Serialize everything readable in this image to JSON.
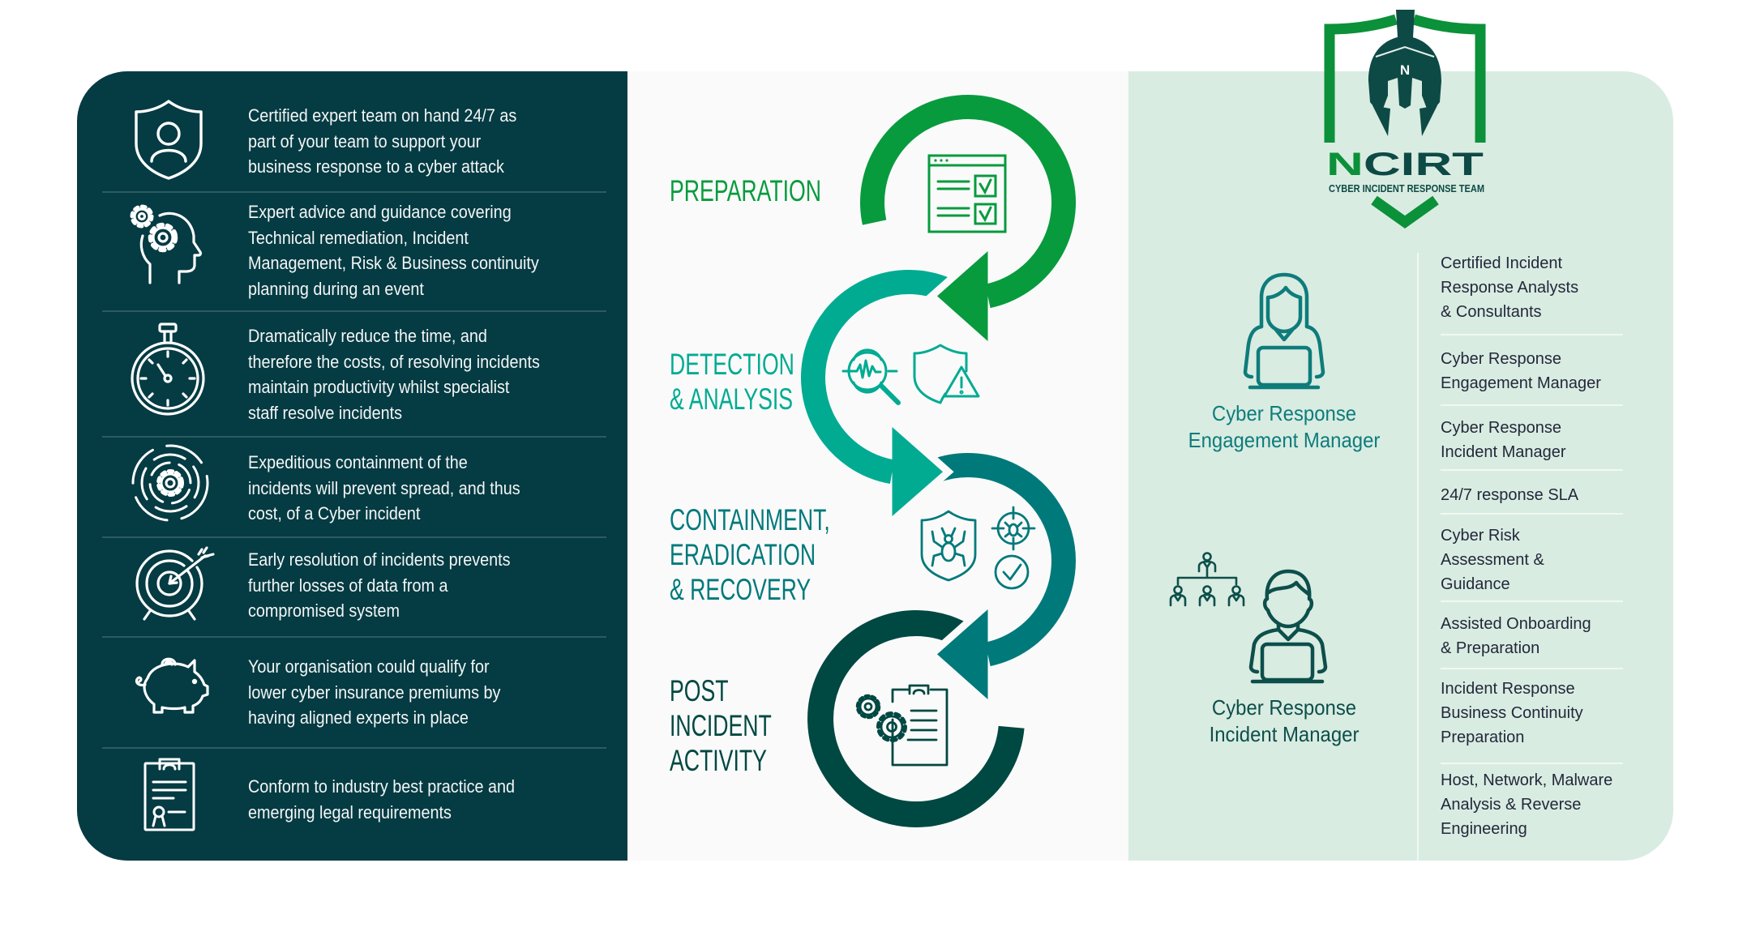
{
  "left_panel": {
    "items": [
      {
        "icon": "shield-user-icon",
        "lines": [
          "Certified expert team on hand 24/7 as",
          "part of your team to support your",
          "business response to a cyber attack"
        ]
      },
      {
        "icon": "head-gears-icon",
        "lines": [
          "Expert advice and guidance covering",
          "Technical remediation, Incident",
          "Management, Risk & Business continuity",
          "planning during an event"
        ]
      },
      {
        "icon": "stopwatch-icon",
        "lines": [
          "Dramatically reduce the time, and",
          "therefore the costs, of resolving incidents",
          "maintain productivity whilst specialist",
          "staff resolve incidents"
        ]
      },
      {
        "icon": "gear-radar-icon",
        "lines": [
          "Expeditious containment of the",
          "incidents will prevent spread, and thus",
          "cost, of a Cyber incident"
        ]
      },
      {
        "icon": "target-arrow-icon",
        "lines": [
          "Early resolution of incidents prevents",
          "further losses of data from a",
          "compromised system"
        ]
      },
      {
        "icon": "piggy-bank-icon",
        "lines": [
          "Your organisation could qualify for",
          "lower cyber insurance premiums by",
          "having aligned experts in place"
        ]
      },
      {
        "icon": "certificate-icon",
        "lines": [
          "Conform to industry best practice and",
          "emerging legal requirements"
        ]
      }
    ]
  },
  "lifecycle": {
    "stages": [
      {
        "lines": [
          "PREPARATION"
        ],
        "color": "#079B3D",
        "icons": [
          "checklist-icon"
        ]
      },
      {
        "lines": [
          "DETECTION",
          "& ANALYSIS"
        ],
        "color": "#00AB92",
        "icons": [
          "magnifier-waveform-icon",
          "shield-warning-icon"
        ]
      },
      {
        "lines": [
          "CONTAINMENT,",
          "ERADICATION",
          "& RECOVERY"
        ],
        "color": "#00797B",
        "icons": [
          "shield-bug-icon",
          "target-bug-icon",
          "check-circle-icon"
        ]
      },
      {
        "lines": [
          "POST",
          "INCIDENT",
          "ACTIVITY"
        ],
        "color": "#004842",
        "icons": [
          "gears-clipboard-icon"
        ]
      }
    ]
  },
  "logo": {
    "mark_n": "N",
    "mark_rest": "CIRT",
    "tagline": "CYBER INCIDENT RESPONSE TEAM",
    "helmet_letter": "N",
    "shield_color": "#0B9139",
    "helmet_color": "#0E4A45"
  },
  "roles": [
    {
      "icon": "woman-laptop-icon",
      "lines": [
        "Cyber Response",
        "Engagement Manager"
      ],
      "color": "#0E7C7B"
    },
    {
      "icon": "man-laptop-icon",
      "lines": [
        "Cyber Response",
        "Incident Manager"
      ],
      "color": "#0D4F4A"
    }
  ],
  "services": {
    "items": [
      {
        "lines": [
          "Certified Incident",
          "Response Analysts",
          "& Consultants"
        ]
      },
      {
        "lines": [
          "Cyber Response",
          "Engagement Manager"
        ]
      },
      {
        "lines": [
          "Cyber Response",
          "Incident Manager"
        ]
      },
      {
        "lines": [
          "24/7 response SLA"
        ]
      },
      {
        "lines": [
          "Cyber Risk",
          "Assessment &",
          "Guidance"
        ]
      },
      {
        "lines": [
          "Assisted Onboarding",
          "& Preparation"
        ]
      },
      {
        "lines": [
          "Incident Response",
          "Business Continuity",
          "Preparation"
        ]
      },
      {
        "lines": [
          "Host, Network, Malware",
          "Analysis & Reverse",
          "Engineering"
        ]
      }
    ]
  },
  "colors": {
    "left_panel_bg": "#053B43",
    "middle_bg": "#FAFAFA",
    "right_panel_bg": "#D9ECE2",
    "service_text": "#23283A",
    "icon_white": "#FFFFFF"
  }
}
